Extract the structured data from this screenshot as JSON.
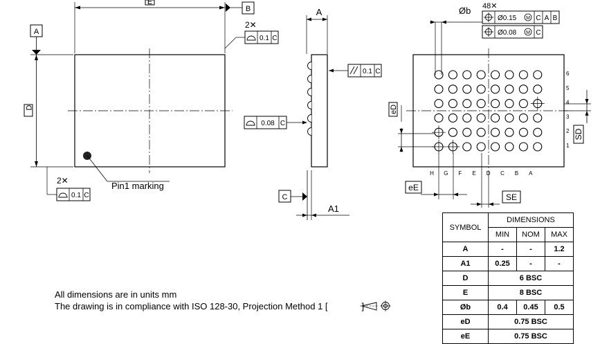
{
  "top_view": {
    "width_label": "E",
    "height_label": "D",
    "datum_a": "A",
    "datum_b": "B",
    "flatness_count": "2✕",
    "flatness_value": "0.1",
    "flatness_datum": "C",
    "bottom_flatness_count": "2✕",
    "bottom_flatness_value": "0.1",
    "bottom_flatness_datum": "C",
    "pin1_label": "Pin1 marking"
  },
  "side_view": {
    "height_label": "A",
    "parallelism_value": "0.1",
    "parallelism_datum": "C",
    "profile_value": "0.08",
    "profile_datum": "C",
    "datum_c": "C",
    "standoff_label": "A1"
  },
  "bottom_view": {
    "ball_count": "48✕",
    "ball_dia_label": "Øb",
    "pos_tol_1": "Ø0.15",
    "pos_tol_1_datums": [
      "C",
      "A",
      "B"
    ],
    "pos_tol_2": "Ø0.08",
    "pos_tol_2_datum": "C",
    "row_labels": [
      "6",
      "5",
      "4",
      "3",
      "2",
      "1"
    ],
    "column_labels": [
      "H",
      "G",
      "F",
      "E",
      "D",
      "C",
      "B",
      "A"
    ],
    "ed_label": "eD",
    "sd_label": "SD",
    "ee_label": "eE",
    "se_label": "SE"
  },
  "notes": {
    "line1": "All dimensions are in units mm",
    "line2": "The drawing is in compliance with ISO 128-30, Projection Method 1 [",
    "line2_end": "]"
  },
  "table": {
    "symbol_header": "SYMBOL",
    "dimensions_header": "DIMENSIONS",
    "min_header": "MIN",
    "nom_header": "NOM",
    "max_header": "MAX",
    "rows": [
      {
        "symbol": "A",
        "min": "-",
        "nom": "-",
        "max": "1.2"
      },
      {
        "symbol": "A1",
        "min": "0.25",
        "nom": "-",
        "max": "-"
      },
      {
        "symbol": "D",
        "span": "6 BSC"
      },
      {
        "symbol": "E",
        "span": "8 BSC"
      },
      {
        "symbol": "Øb",
        "min": "0.4",
        "nom": "0.45",
        "max": "0.5"
      },
      {
        "symbol": "eD",
        "span": "0.75 BSC"
      },
      {
        "symbol": "eE",
        "span": "0.75 BSC"
      }
    ]
  }
}
